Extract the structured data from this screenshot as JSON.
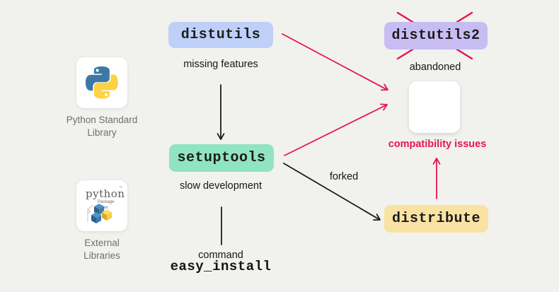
{
  "palette": {
    "background": "#f1f1ee",
    "red": "#e4174e",
    "black": "#1c1c1c",
    "gray_label": "#6f6f6f",
    "card_bg": "#ffffff"
  },
  "nodes": {
    "distutils": {
      "label": "distutils",
      "bg": "#bed0f8"
    },
    "distutils2": {
      "label": "distutils2",
      "bg": "#c8bdf3",
      "crossed_out": true
    },
    "setuptools": {
      "label": "setuptools",
      "bg": "#90e4c2"
    },
    "distribute": {
      "label": "distribute",
      "bg": "#fae3a2"
    }
  },
  "annotations": {
    "missing_features": "missing features",
    "abandoned": "abandoned",
    "slow_development": "slow development",
    "forked": "forked",
    "command": "command",
    "easy_install": "easy_install",
    "compatibility_issues": "compatibility issues"
  },
  "cards": {
    "python": {
      "label": "Python Standard Library",
      "icon": "python-logo"
    },
    "pypi": {
      "label": "External Libraries",
      "icon": "pypi-logo",
      "logo_word": "python",
      "logo_tm": "™",
      "logo_sub1": "Package",
      "logo_sub2": "Index"
    }
  }
}
